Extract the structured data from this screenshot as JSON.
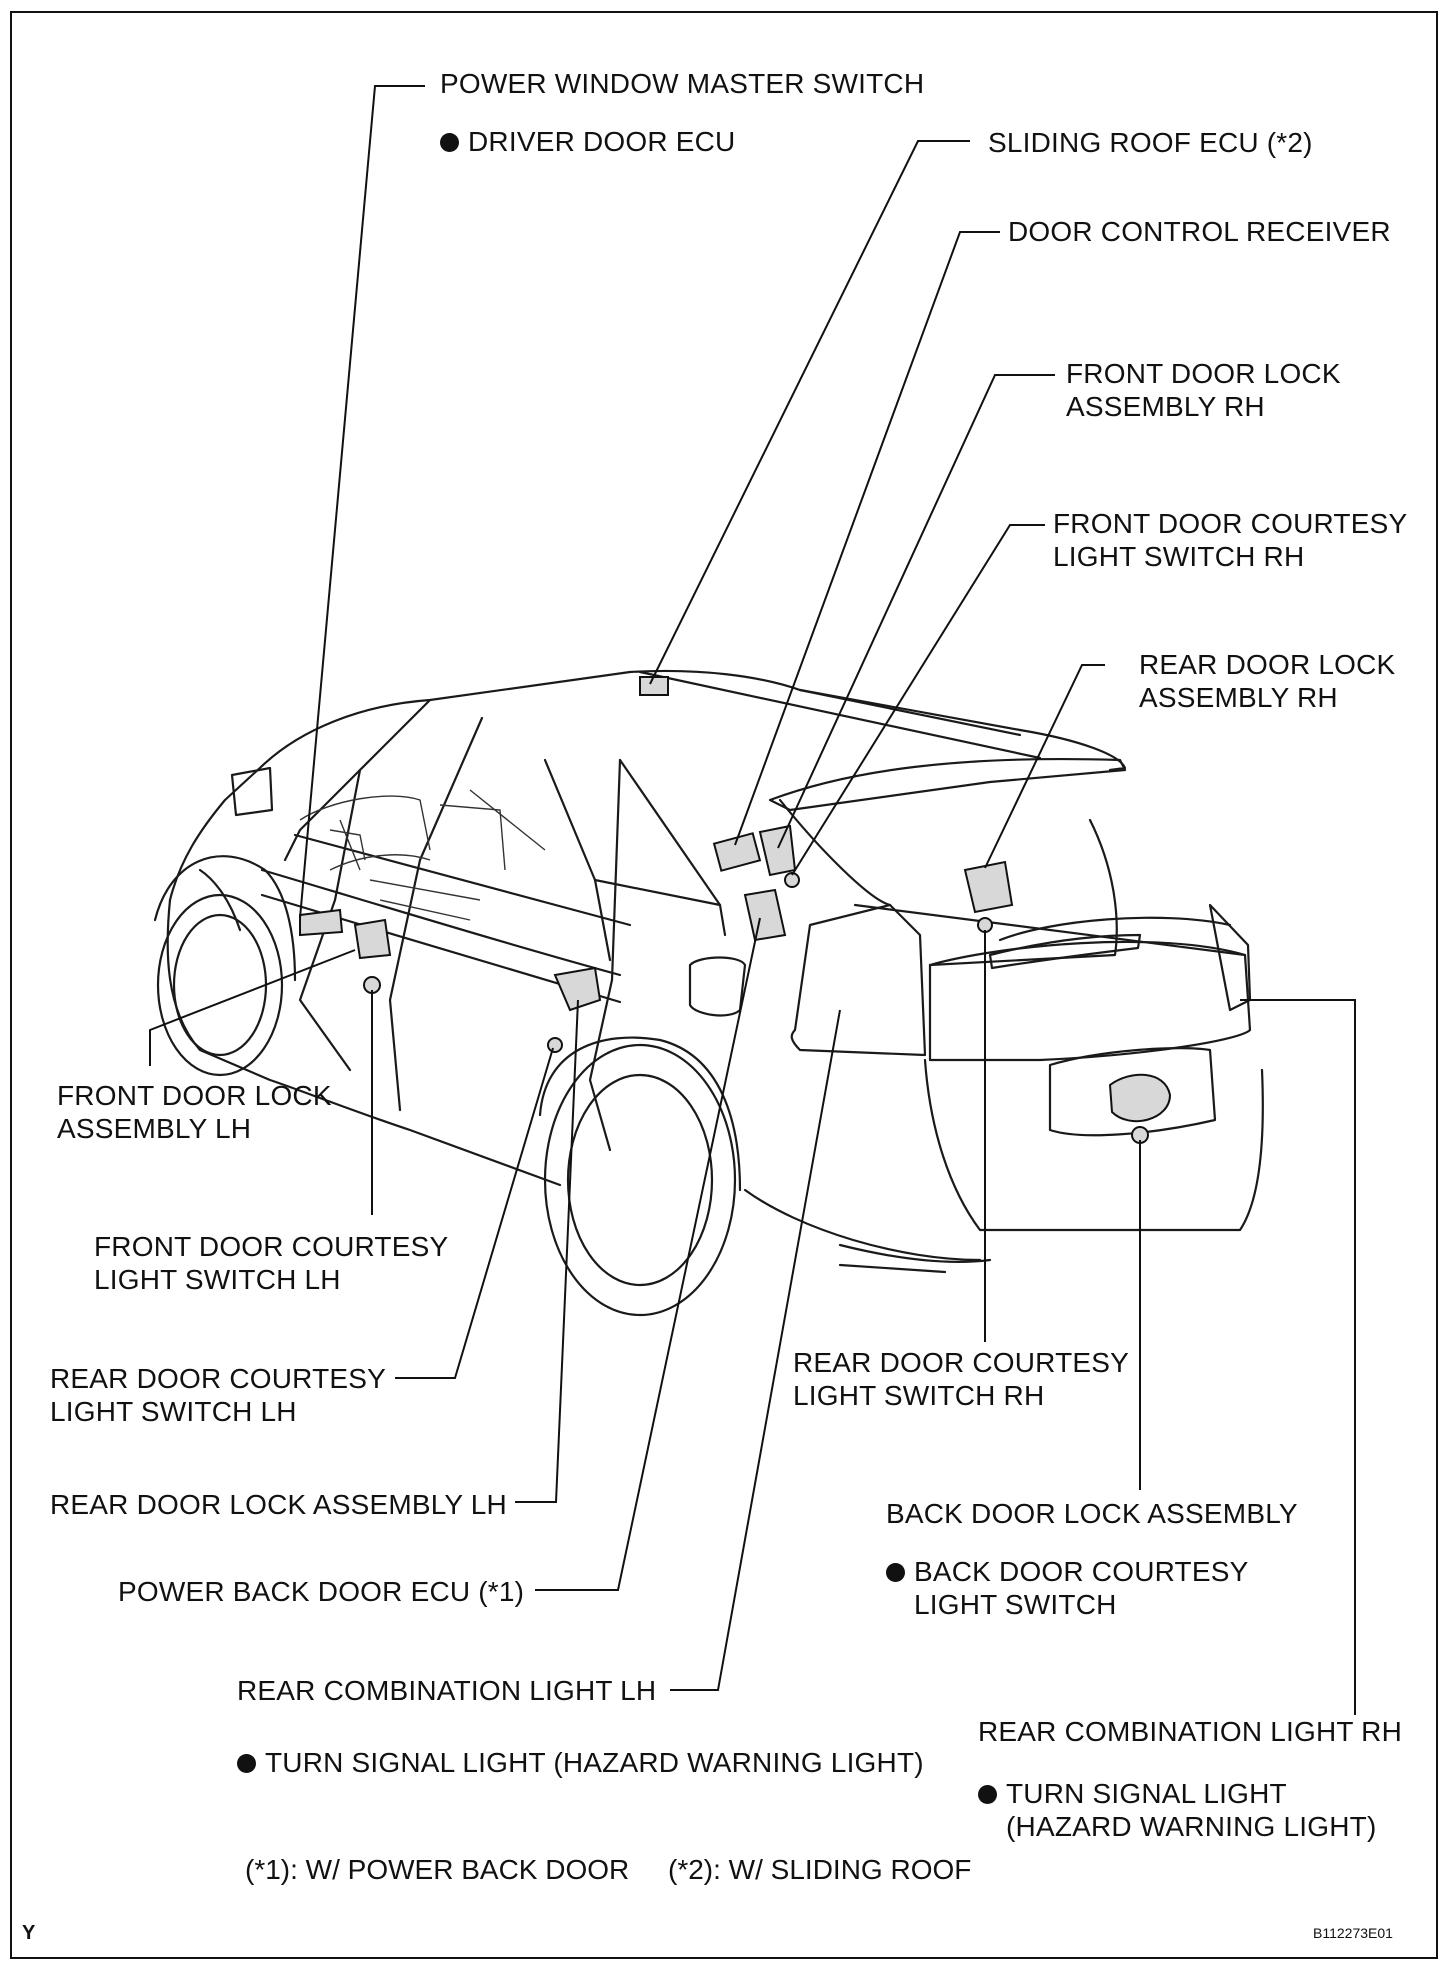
{
  "labels": {
    "power_window_master_switch": "POWER WINDOW MASTER SWITCH",
    "driver_door_ecu": "DRIVER DOOR ECU",
    "sliding_roof_ecu": "SLIDING ROOF ECU (*2)",
    "door_control_receiver": "DOOR CONTROL RECEIVER",
    "front_door_lock_rh": "FRONT DOOR LOCK\nASSEMBLY RH",
    "front_door_courtesy_rh": "FRONT DOOR COURTESY\nLIGHT SWITCH RH",
    "rear_door_lock_rh": "REAR DOOR LOCK\nASSEMBLY RH",
    "front_door_lock_lh": "FRONT DOOR LOCK\nASSEMBLY LH",
    "front_door_courtesy_lh": "FRONT DOOR COURTESY\nLIGHT SWITCH LH",
    "rear_door_courtesy_lh": "REAR DOOR COURTESY\nLIGHT SWITCH LH",
    "rear_door_lock_lh": "REAR DOOR LOCK ASSEMBLY LH",
    "power_back_door_ecu": "POWER BACK DOOR ECU (*1)",
    "rear_combination_lh": "REAR COMBINATION LIGHT LH",
    "turn_signal_lh": "TURN SIGNAL LIGHT (HAZARD WARNING LIGHT)",
    "rear_door_courtesy_rh": "REAR DOOR COURTESY\nLIGHT SWITCH RH",
    "back_door_lock": "BACK DOOR LOCK ASSEMBLY",
    "back_door_courtesy": "BACK DOOR COURTESY\nLIGHT SWITCH",
    "rear_combination_rh": "REAR COMBINATION LIGHT RH",
    "turn_signal_rh": "TURN SIGNAL LIGHT\n(HAZARD WARNING LIGHT)"
  },
  "notes": {
    "note1": "(*1): W/ POWER BACK DOOR",
    "note2": "(*2): W/ SLIDING ROOF"
  },
  "corner": {
    "letter": "Y",
    "code": "B112273E01"
  }
}
